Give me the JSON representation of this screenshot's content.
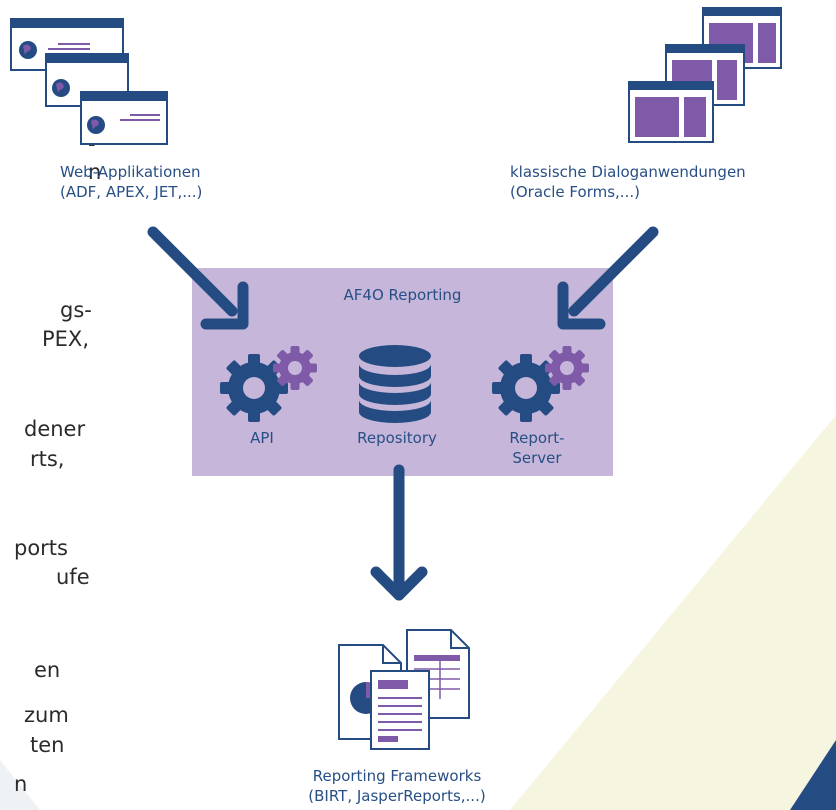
{
  "text_fragments": [
    "-",
    "n",
    "",
    "gs-",
    "PEX,",
    "",
    "dener",
    "rts,",
    "",
    "ports",
    "ufe",
    "",
    "en",
    "zum",
    "ten",
    "n"
  ],
  "web_apps": {
    "line1": "Web-Applikationen",
    "line2": "(ADF, APEX, JET,...)"
  },
  "dialog_apps": {
    "line1": "klassische Dialoganwendungen",
    "line2": "(Oracle Forms,...)"
  },
  "reporting_box": {
    "title": "AF4O Reporting",
    "api_label": "API",
    "repository_label": "Repository",
    "report_server_line1": "Report-",
    "report_server_line2": "Server"
  },
  "frameworks": {
    "line1": "Reporting Frameworks",
    "line2": "(BIRT, JasperReports,...)"
  },
  "colors": {
    "navy": "#244c82",
    "purple": "#7e5aa8",
    "lavender": "#c6b6d9",
    "cream": "#f6f5df",
    "text": "#2b2b2b"
  }
}
